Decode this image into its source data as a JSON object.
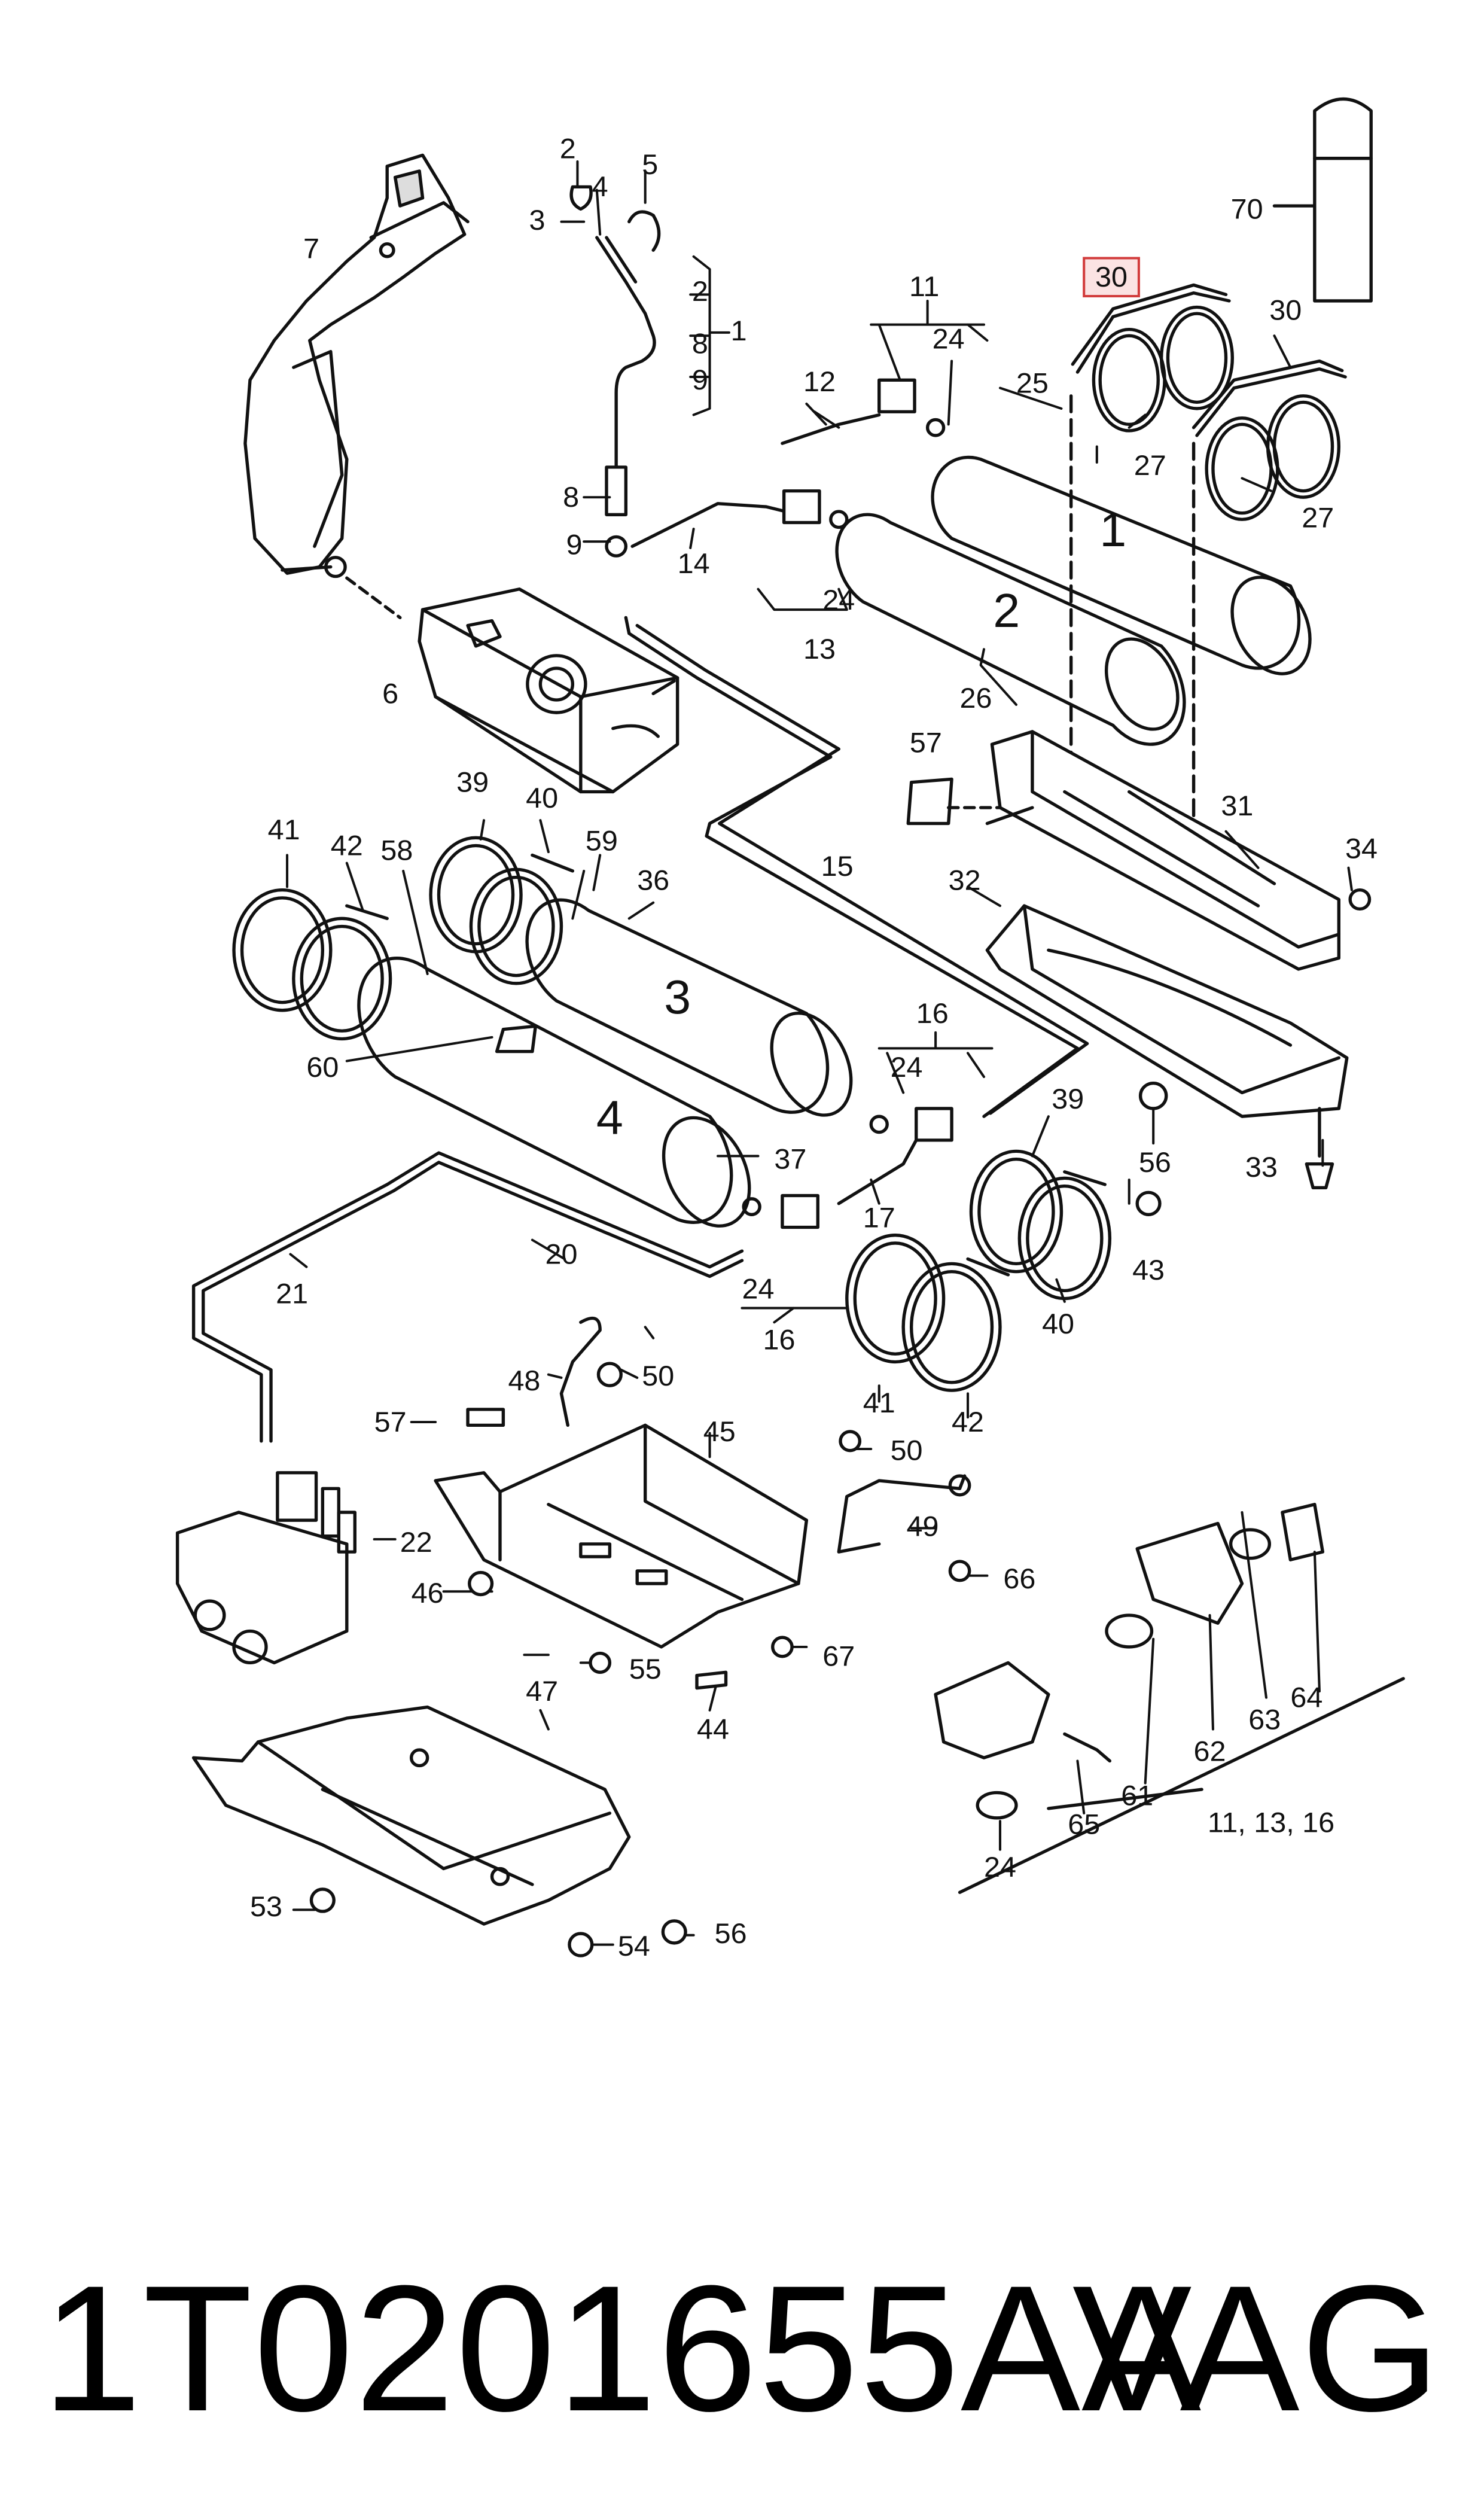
{
  "callouts": {
    "c1": "1",
    "c2": "2",
    "c3": "3",
    "c4": "4",
    "c5": "5",
    "c6": "6",
    "c7": "7",
    "c8": "8",
    "c9": "9",
    "c11": "11",
    "c12": "12",
    "c13": "13",
    "c14": "14",
    "c15": "15",
    "c16": "16",
    "c17": "17",
    "c20": "20",
    "c21": "21",
    "c22": "22",
    "c24": "24",
    "c25": "25",
    "c26": "26",
    "c27": "27",
    "c30": "30",
    "c31": "31",
    "c32": "32",
    "c33": "33",
    "c34": "34",
    "c36": "36",
    "c37": "37",
    "c39": "39",
    "c40": "40",
    "c41": "41",
    "c42": "42",
    "c43": "43",
    "c44": "44",
    "c45": "45",
    "c46": "46",
    "c47": "47",
    "c48": "48",
    "c49": "49",
    "c50": "50",
    "c53": "53",
    "c54": "54",
    "c55": "55",
    "c56": "56",
    "c57": "57",
    "c58": "58",
    "c59": "59",
    "c60": "60",
    "c61": "61",
    "c62": "62",
    "c63": "63",
    "c64": "64",
    "c65": "65",
    "c66": "66",
    "c67": "67",
    "c70": "70",
    "group_11_13_16": "11, 13, 16"
  },
  "tank_labels": {
    "t1": "1",
    "t2": "2",
    "t3": "3",
    "t4": "4"
  },
  "highlighted_callout": "30",
  "part_number": "1T0201655AA",
  "brand": "VAG",
  "colors": {
    "line": "#111111",
    "highlight_border": "#d23c3c",
    "highlight_fill": "#fbe3e3",
    "tank_fill": "#ffffff"
  }
}
